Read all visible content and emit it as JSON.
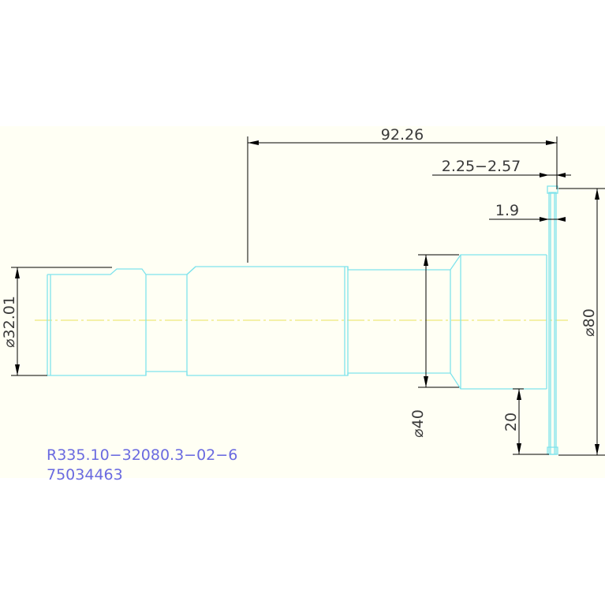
{
  "drawing": {
    "dimensions": {
      "overall_length": "92.26",
      "groove_width": "2.25−2.57",
      "flange_thickness": "1.9",
      "diameter_small": "⌀32.01",
      "diameter_mid": "⌀40",
      "diameter_flange": "⌀80",
      "flange_offset": "20"
    },
    "part_number": "R335.10−32080.3−02−6",
    "item_code": "75034463"
  },
  "colors": {
    "background": "#ffffff",
    "sheet": "#fffff4",
    "outline": "#7fe3ec",
    "dimension_lines": "#000000",
    "centerline": "#e8e35a",
    "part_text": "#6a6ae0"
  }
}
